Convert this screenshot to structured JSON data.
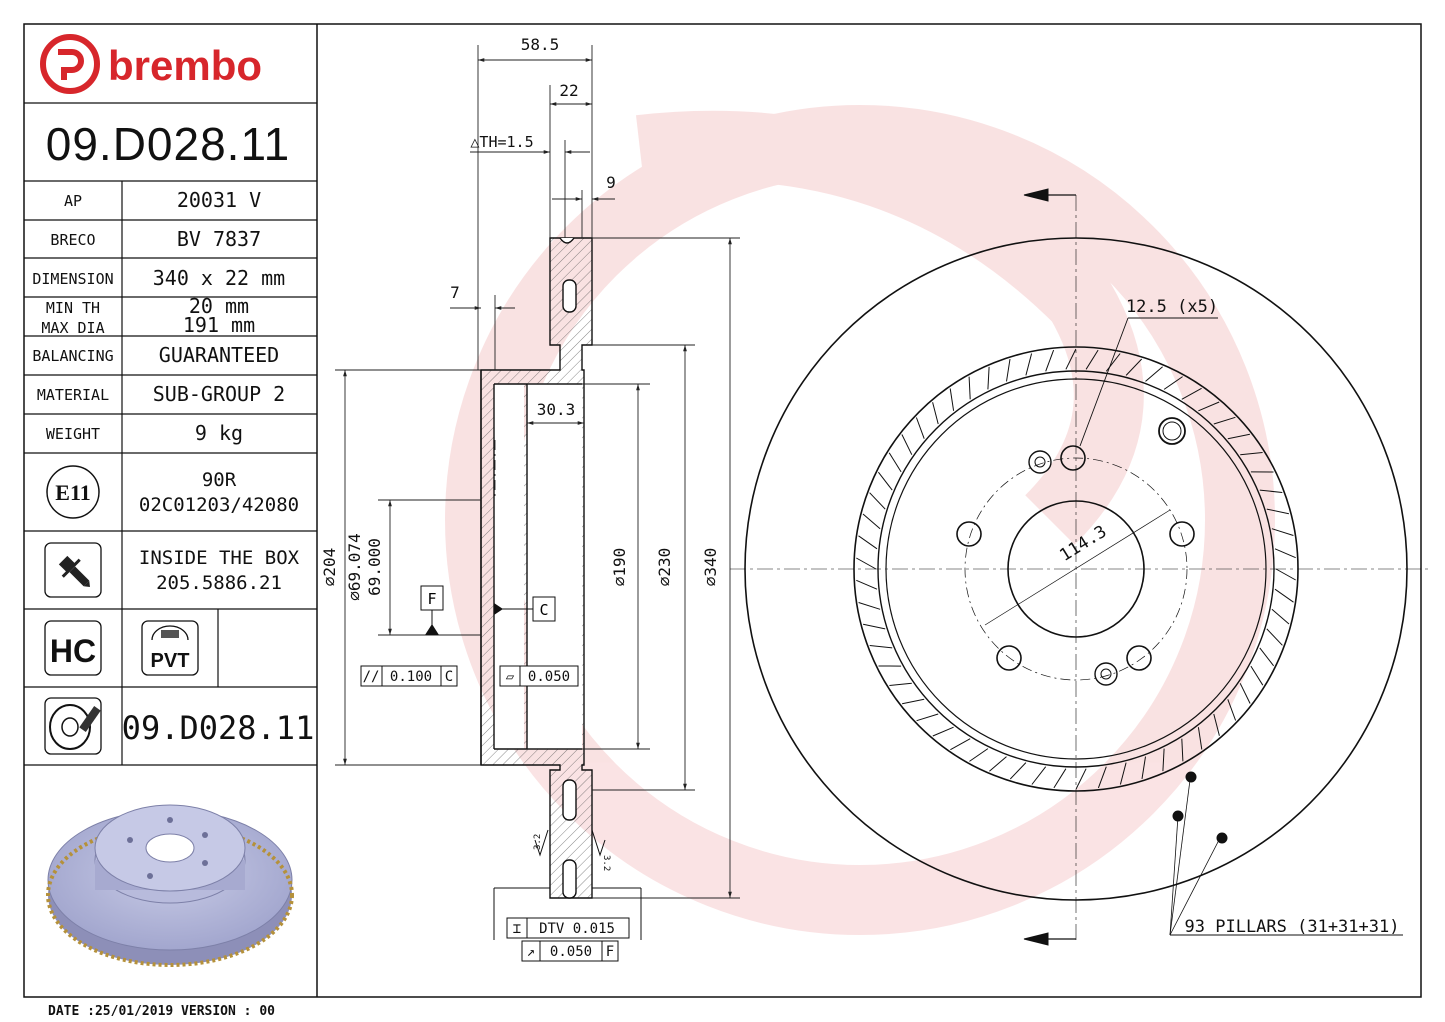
{
  "brand": {
    "name": "brembo",
    "color": "#d7262b"
  },
  "part_number": "09.D028.11",
  "specs": [
    {
      "label": "AP",
      "value": "20031 V"
    },
    {
      "label": "BRECO",
      "value": "BV 7837"
    },
    {
      "label": "DIMENSION",
      "value": "340 x 22 mm"
    },
    {
      "label": "MIN TH",
      "value": "20 mm"
    },
    {
      "label": "MAX DIA",
      "value": "191 mm"
    },
    {
      "label": "BALANCING",
      "value": "GUARANTEED"
    },
    {
      "label": "MATERIAL",
      "value": "SUB-GROUP 2"
    },
    {
      "label": "WEIGHT",
      "value": "9 kg"
    }
  ],
  "homologation": {
    "badge": "E11",
    "line1": "90R",
    "line2": "02C01203/42080"
  },
  "screws": {
    "line1": "INSIDE THE BOX",
    "line2": "205.5886.21",
    "icon": "screw-icon"
  },
  "badges": {
    "hc": "HC",
    "pvt": "PVT"
  },
  "disc_label": {
    "icon": "disc-with-pads-icon",
    "value": "09.D028.11"
  },
  "footer": {
    "text": "DATE :25/01/2019 VERSION : 00"
  },
  "dims": {
    "d58": "58.5",
    "d22": "22",
    "th": "△TH=1.5",
    "d9": "9",
    "d7": "7",
    "d303": "30.3",
    "d204": "⌀204",
    "d69a": "⌀69.074",
    "d69b": "69.000",
    "d190": "⌀190",
    "d230": "⌀230",
    "d340": "⌀340",
    "pcd": "114.3",
    "holes": "12.5 (x5)",
    "pillars": "93 PILLARS (31+31+31)",
    "datum_f": "F",
    "datum_c": "C",
    "tol1_sym": "//",
    "tol1_val": "0.100",
    "tol1_ref": "C",
    "tol2_sym": "▱",
    "tol2_val": "0.050",
    "dtv_sym": "⌶",
    "dtv": "DTV 0.015",
    "ro_sym": "↗",
    "ro_val": "0.050",
    "ro_ref": "F",
    "rough": "3.2"
  }
}
